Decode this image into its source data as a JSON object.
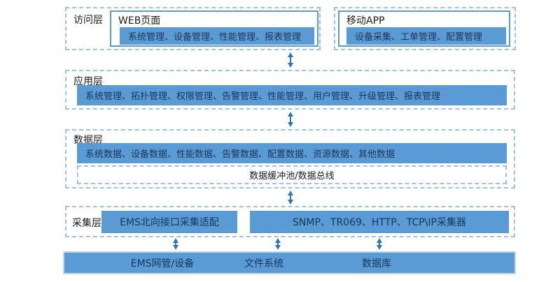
{
  "colors": {
    "fill_blue": "#5b9bd5",
    "dashed_border": "#9cc3e5",
    "solid_border": "#5b9bd5",
    "bottom_bar_border": "#bdd7ee",
    "arrow": "#2e75b6",
    "text_on_blue": "#17365d",
    "text_on_white": "#1a1a1a"
  },
  "layers": {
    "access": {
      "label": "访问层",
      "web": {
        "title": "WEB页面",
        "bar": "系统管理、设备管理、性能管理、报表管理"
      },
      "app": {
        "title": "移动APP",
        "bar": "设备采集、工单管理、配置管理"
      }
    },
    "application": {
      "label": "应用层",
      "bar": "系统管理、拓扑管理、权限管理、告警管理、性能管理、用户管理、升级管理、报表管理"
    },
    "data": {
      "label": "数据层",
      "bar": "系统数据、设备数据、性能数据、告警数据、配置数据、资源数据、其他数据",
      "bus": "数据缓冲池/数据总线"
    },
    "collection": {
      "label": "采集层",
      "box1": "EMS北向接口采集适配",
      "box2": "SNMP、TR069、HTTP、TCP\\IP采集器"
    },
    "bottom": {
      "items": [
        "EMS网管/设备",
        "文件系统",
        "数据库"
      ]
    }
  }
}
